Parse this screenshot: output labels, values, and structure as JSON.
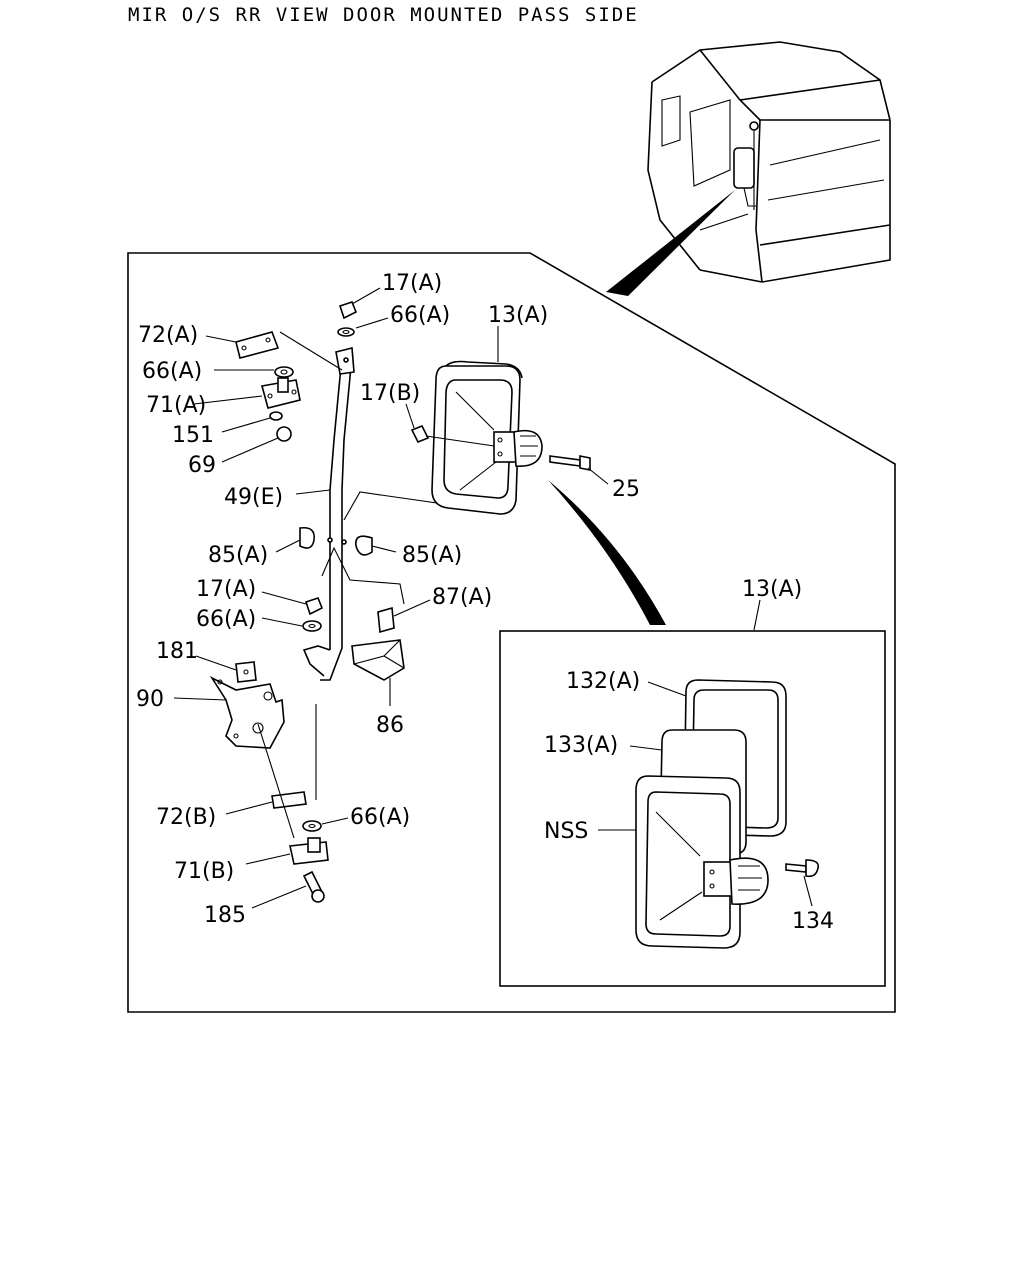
{
  "title": "MIR O/S RR VIEW DOOR MOUNTED PASS SIDE",
  "labels": {
    "p17a_top": "17(A)",
    "p66a_top": "66(A)",
    "p13a_main": "13(A)",
    "p72a": "72(A)",
    "p66a_left": "66(A)",
    "p17b": "17(B)",
    "p71a": "71(A)",
    "p151": "151",
    "p69": "69",
    "p25": "25",
    "p49e": "49(E)",
    "p85a_left": "85(A)",
    "p85a_right": "85(A)",
    "p17a_mid": "17(A)",
    "p87a": "87(A)",
    "p66a_mid": "66(A)",
    "p13a_inset": "13(A)",
    "p181": "181",
    "p90": "90",
    "p86": "86",
    "p132a": "132(A)",
    "p133a": "133(A)",
    "pNSS": "NSS",
    "p72b": "72(B)",
    "p66a_low": "66(A)",
    "p71b": "71(B)",
    "p185": "185",
    "p134": "134"
  }
}
